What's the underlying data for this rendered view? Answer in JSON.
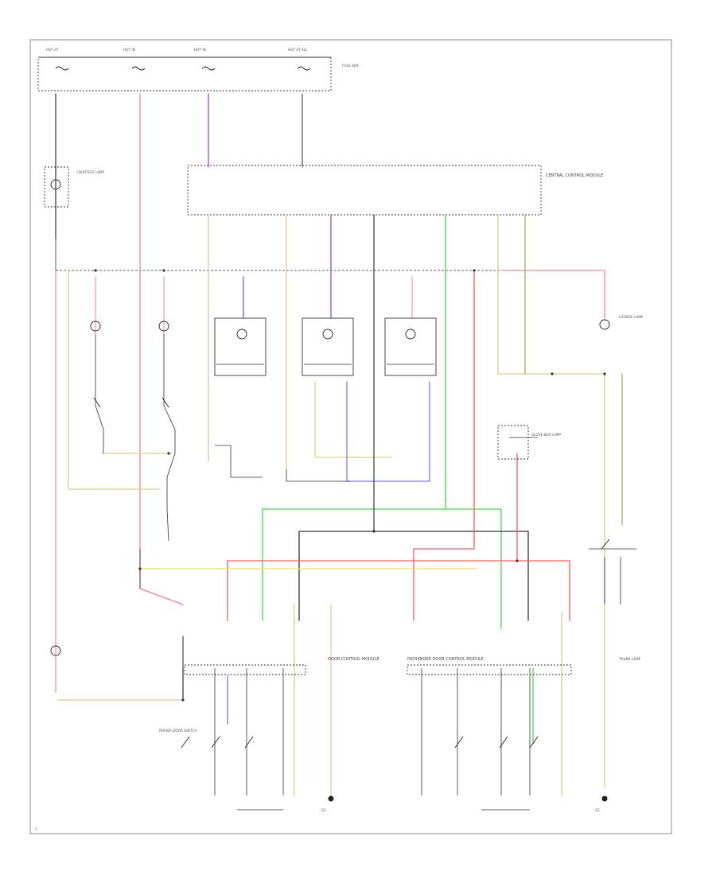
{
  "diagram": {
    "footer_code": "Y",
    "fuse_block_label": "",
    "wire_colors": {
      "red": "#ff5a5a",
      "pink": "#ff9fb0",
      "violet": "#a04ad8",
      "blue": "#7a7aff",
      "green": "#44dd44",
      "tan": "#e2cb8c",
      "yellow": "#efe36a",
      "black": "#333333",
      "gray": "#999999",
      "white_dk": "#bcbca0"
    },
    "labels": {
      "hot_1": "HOT AT",
      "hot_2": "HOT IN",
      "hot_3": "HOT IN",
      "hot_4": "HOT AT ALL",
      "fuse_box": "FUSE BOX",
      "central_module": "CENTRAL CONTROL MODULE",
      "door_control": "DOOR CONTROL MODULE",
      "passenger_door": "PASSENGER DOOR CONTROL MODULE",
      "driver_switch": "DRIVER DOOR SWITCH",
      "glove": "GLOVE BOX LAMP",
      "license": "LICENSE LAMP",
      "courtesy": "COURTESY LAMP",
      "trunk": "TRUNK LAMP",
      "ground_1": "G1",
      "ground_2": "G2"
    }
  }
}
